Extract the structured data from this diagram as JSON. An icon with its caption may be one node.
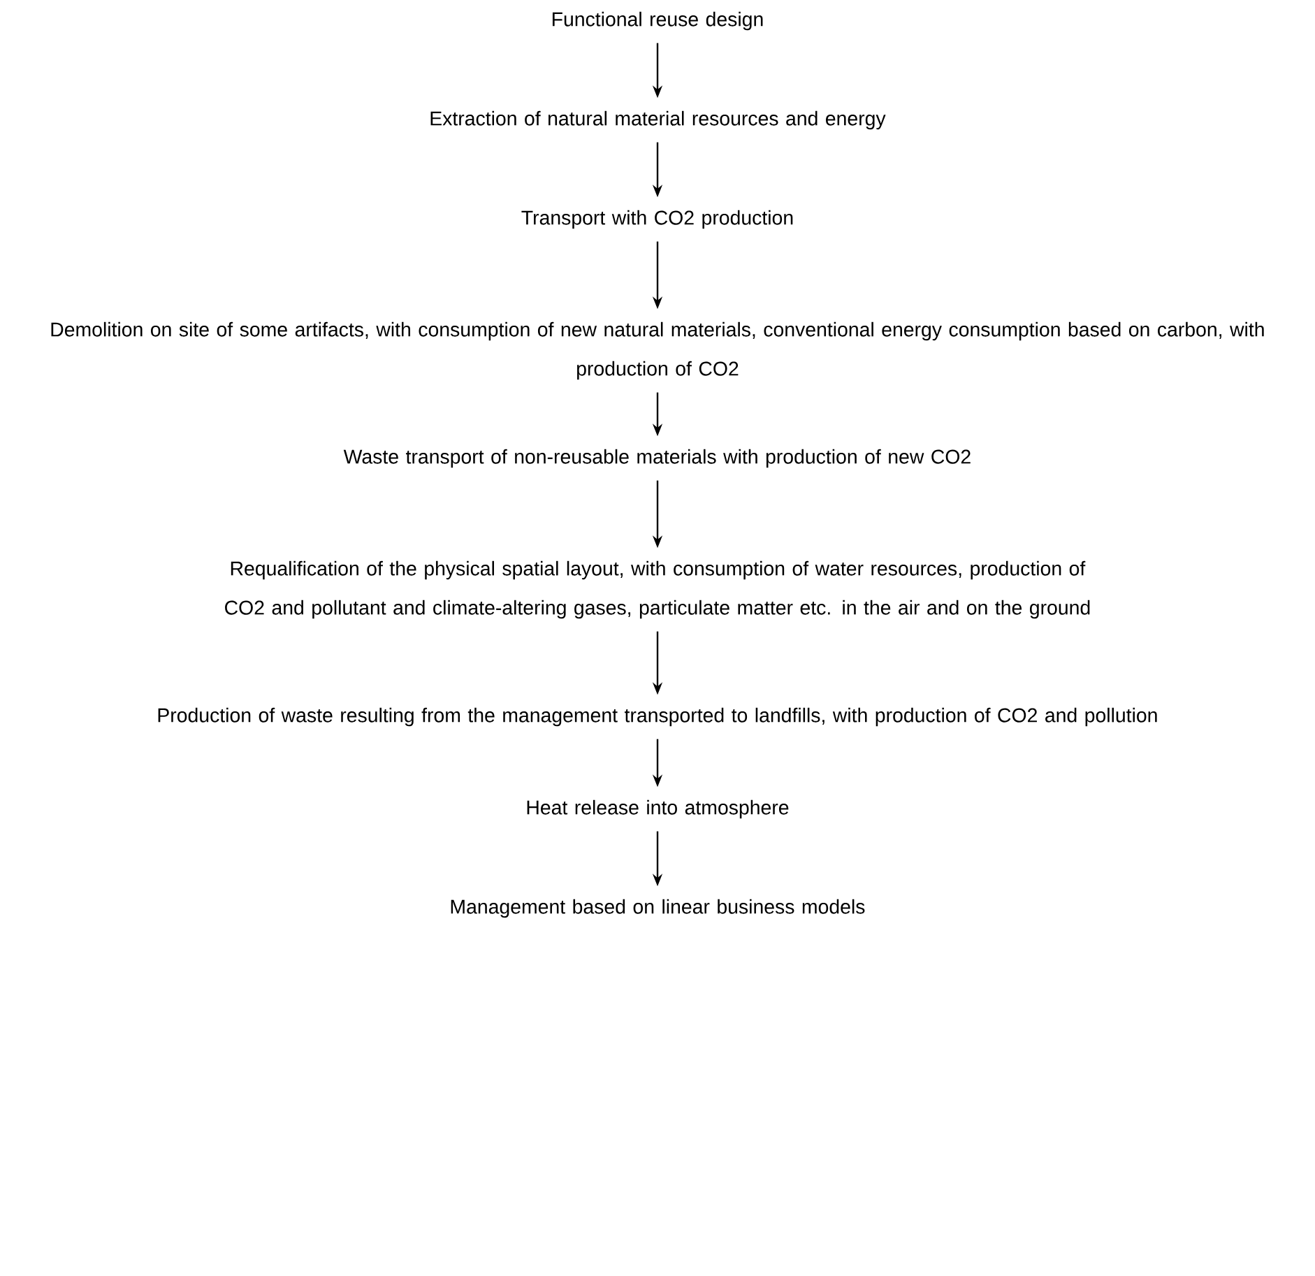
{
  "diagram": {
    "nodes": [
      {
        "text": [
          "Functional reuse design"
        ]
      },
      {
        "text": [
          "Extraction of natural material resources and energy"
        ]
      },
      {
        "text": [
          "Transport with CO2 production"
        ]
      },
      {
        "text": [
          "Demolition on site of some artifacts, with consumption of new natural materials, conventional energy consumption based on carbon, with production of CO2"
        ]
      },
      {
        "text": [
          "Waste transport of non-reusable materials with production of new CO2"
        ]
      },
      {
        "text": [
          "Requalification of the physical spatial layout, with consumption of water resources, production of CO2 and pollutant and climate-altering gases, particulate matter etc. in the air and on the ground"
        ]
      },
      {
        "text": [
          "Production of waste resulting from the management transported to landfills, with production of CO2 and pollution"
        ]
      },
      {
        "text": [
          "Heat release into atmosphere"
        ]
      },
      {
        "text": [
          "Management based on linear business models"
        ]
      }
    ],
    "edges": [
      {
        "from": 0,
        "to": 1,
        "arrow": "to"
      },
      {
        "from": 1,
        "to": 2,
        "arrow": "to"
      },
      {
        "from": 2,
        "to": 3,
        "arrow": "to"
      },
      {
        "from": 3,
        "to": 4,
        "arrow": "to"
      },
      {
        "from": 4,
        "to": 5,
        "arrow": "to"
      },
      {
        "from": 5,
        "to": 6,
        "arrow": "to"
      },
      {
        "from": 6,
        "to": 7,
        "arrow": "to"
      },
      {
        "from": 7,
        "to": 8,
        "arrow": "to"
      }
    ]
  }
}
